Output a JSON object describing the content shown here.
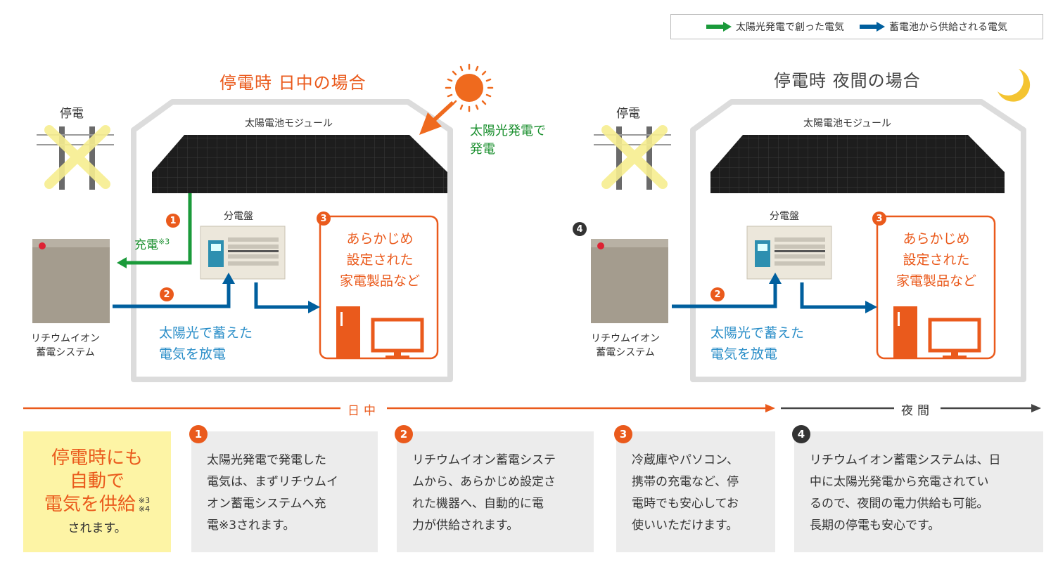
{
  "legend": {
    "solar": "太陽光発電で創った電気",
    "battery": "蓄電池から供給される電気"
  },
  "colors": {
    "solar_arrow": "#1a9a3a",
    "battery_arrow": "#005f9e",
    "accent": "#ea5a1c",
    "callout_bg": "#fdf4a5"
  },
  "day": {
    "title": "停電時 日中の場合",
    "outage": "停電",
    "module": "太陽電池モジュール",
    "solar_note_1": "太陽光発電で",
    "solar_note_2": "発電",
    "charge": "充電",
    "charge_note": "※3",
    "panel": "分電盤",
    "battery_1": "リチウムイオン",
    "battery_2": "蓄電システム",
    "discharge_1": "太陽光で蓄えた",
    "discharge_2": "電気を放電",
    "appliance_1": "あらかじめ",
    "appliance_2": "設定された",
    "appliance_3": "家電製品など",
    "n1": "1",
    "n2": "2",
    "n3": "3"
  },
  "night": {
    "title": "停電時 夜間の場合",
    "outage": "停電",
    "module": "太陽電池モジュール",
    "panel": "分電盤",
    "battery_1": "リチウムイオン",
    "battery_2": "蓄電システム",
    "discharge_1": "太陽光で蓄えた",
    "discharge_2": "電気を放電",
    "appliance_1": "あらかじめ",
    "appliance_2": "設定された",
    "appliance_3": "家電製品など",
    "n2": "2",
    "n3": "3",
    "n4": "4"
  },
  "timeline": {
    "day": "日中",
    "night": "夜間"
  },
  "callout": {
    "line1": "停電時にも",
    "line2": "自動で",
    "line3": "電気を供給",
    "note_a": "※3",
    "note_b": "※4",
    "line4": "されます。"
  },
  "steps": [
    {
      "num": "1",
      "lines": [
        "太陽光発電で発電した",
        "電気は、まずリチウムイ",
        "オン蓄電システムへ充",
        "電※3されます。"
      ]
    },
    {
      "num": "2",
      "lines": [
        "リチウムイオン蓄電システ",
        "ムから、あらかじめ設定さ",
        "れた機器へ、自動的に電",
        "力が供給されます。"
      ]
    },
    {
      "num": "3",
      "lines": [
        "冷蔵庫やパソコン、",
        "携帯の充電など、停",
        "電時でも安心してお",
        "使いいただけます。"
      ]
    },
    {
      "num": "4",
      "lines": [
        "リチウムイオン蓄電システムは、日",
        "中に太陽光発電から充電されてい",
        "るので、夜間の電力供給も可能。",
        "長期の停電も安心です。"
      ]
    }
  ]
}
